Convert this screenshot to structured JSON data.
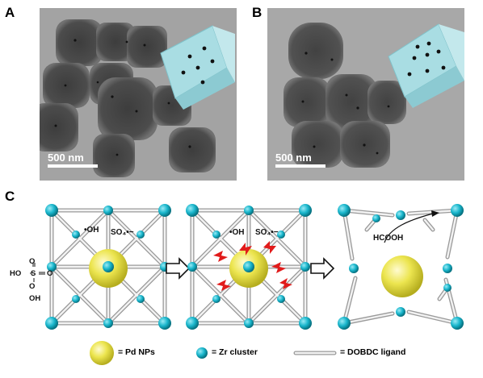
{
  "panels": {
    "a": {
      "letter": "A",
      "scale": "500 nm"
    },
    "b": {
      "letter": "B",
      "scale": "500 nm"
    },
    "c": {
      "letter": "C"
    }
  },
  "annotations": {
    "oh_radical": "•OH",
    "sulfate_radical": "SO₄•−",
    "sulfate_ho": "HO",
    "sulfate_s": "S",
    "sulfate_o_top": "O",
    "sulfate_o_bottom": "O",
    "sulfate_o_right": "O",
    "sulfate_oh": "OH",
    "formic_acid": "HCOOH"
  },
  "legend": {
    "pd": "= Pd NPs",
    "zr": "= Zr cluster",
    "ligand": "= DOBDC ligand"
  },
  "colors": {
    "zr_cluster": "#19b6cc",
    "pd_np": "#e9e24f",
    "tetrahedron": "#a9dde3",
    "tem_background": "#9a9a9a",
    "reaction_arrow": "#e11b1b"
  }
}
